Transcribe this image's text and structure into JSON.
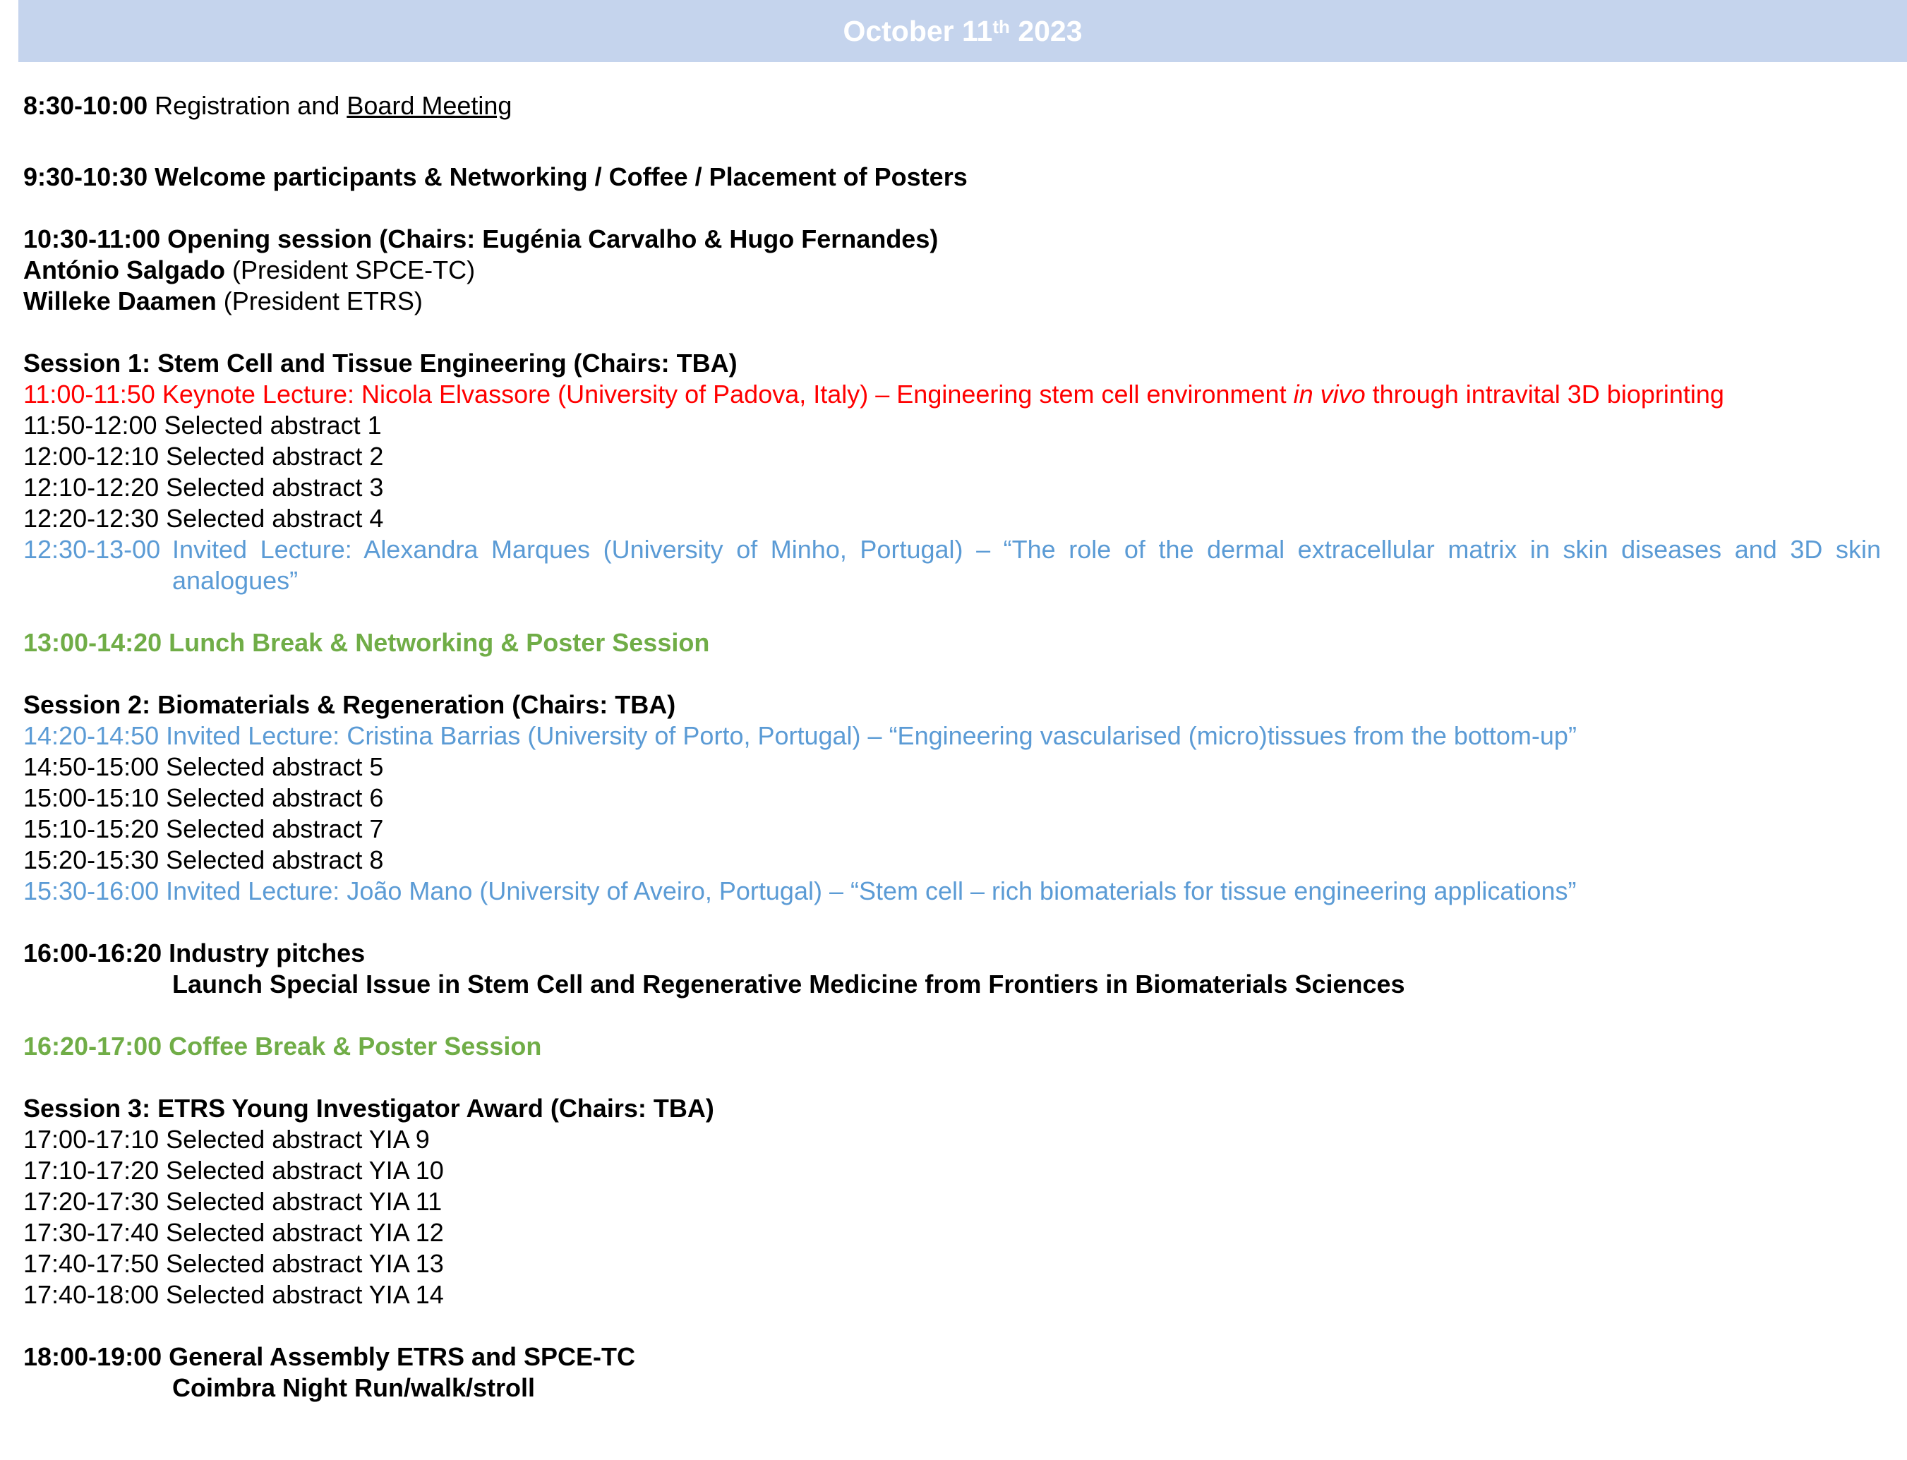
{
  "header": {
    "month_day": "October 11",
    "suffix": "th",
    "year": "2023"
  },
  "items": {
    "reg_time": "8:30-10:00",
    "reg_text": "Registration and ",
    "reg_link": "Board Meeting",
    "welcome": "9:30-10:30 Welcome participants & Networking / Coffee / Placement of Posters",
    "opening": "10:30-11:00 Opening session (Chairs: Eugénia Carvalho & Hugo Fernandes)",
    "opening_p1_name": "António Salgado",
    "opening_p1_role": " (President SPCE-TC)",
    "opening_p2_name": "Willeke Daamen",
    "opening_p2_role": " (President ETRS)",
    "s1_title": "Session 1: Stem Cell and Tissue Engineering (Chairs: TBA)",
    "s1_keynote_a": "11:00-11:50 Keynote Lecture: Nicola Elvassore (University of Padova, Italy) – Engineering stem cell environment ",
    "s1_keynote_i": "in vivo",
    "s1_keynote_b": " through intravital 3D bioprinting",
    "s1_a1": "11:50-12:00 Selected abstract 1",
    "s1_a2": "12:00-12:10 Selected abstract 2",
    "s1_a3": "12:10-12:20 Selected abstract 3",
    "s1_a4": "12:20-12:30 Selected abstract 4",
    "s1_inv_time": "12:30-13-00",
    "s1_inv_l1": "Invited Lecture: Alexandra Marques (University of Minho, Portugal) – “The role of the dermal extracellular matrix in skin diseases and 3D skin",
    "s1_inv_l2": "analogues”",
    "lunch": "13:00-14:20 Lunch Break & Networking & Poster Session",
    "s2_title": "Session 2: Biomaterials & Regeneration (Chairs: TBA)",
    "s2_inv1": "14:20-14:50 Invited Lecture: Cristina Barrias (University of Porto, Portugal) – “Engineering vascularised (micro)tissues from the bottom-up”",
    "s2_a5": "14:50-15:00 Selected abstract 5",
    "s2_a6": "15:00-15:10 Selected abstract 6",
    "s2_a7": "15:10-15:20 Selected abstract 7",
    "s2_a8": "15:20-15:30 Selected abstract 8",
    "s2_inv2": "15:30-16:00 Invited Lecture: João Mano (University of Aveiro, Portugal) – “Stem cell – rich biomaterials for tissue engineering applications”",
    "industry": "16:00-16:20 Industry pitches",
    "launch": "Launch Special Issue in Stem Cell and Regenerative Medicine from Frontiers in Biomaterials Sciences",
    "coffee": "16:20-17:00 Coffee Break & Poster Session",
    "s3_title": "Session 3: ETRS Young Investigator Award (Chairs: TBA)",
    "s3_a9": "17:00-17:10 Selected abstract YIA 9",
    "s3_a10": "17:10-17:20 Selected abstract YIA 10",
    "s3_a11": "17:20-17:30 Selected abstract YIA 11",
    "s3_a12": "17:30-17:40 Selected abstract YIA 12",
    "s3_a13": "17:40-17:50 Selected abstract YIA 13",
    "s3_a14": "17:40-18:00 Selected abstract YIA 14",
    "assembly": "18:00-19:00 General Assembly ETRS and SPCE-TC",
    "night_run": "Coimbra Night Run/walk/stroll"
  },
  "colors": {
    "header_bg": "#c5d4ed",
    "keynote": "#ff0000",
    "invited": "#5b9bd5",
    "break": "#70ad47"
  }
}
